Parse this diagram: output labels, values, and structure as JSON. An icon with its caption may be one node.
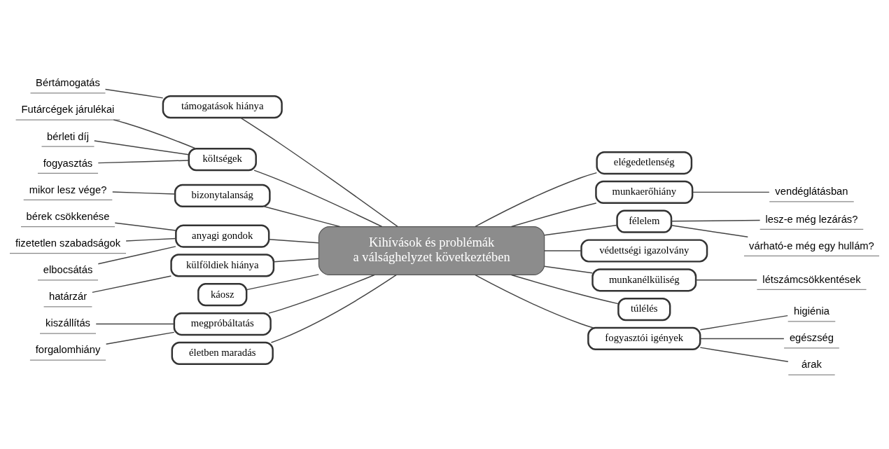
{
  "diagram": {
    "nodes": [
      {
        "text": [
          "Kihívások és problémák a válsághelyzet következtében"
        ]
      },
      {
        "text": [
          "támogatások hiánya"
        ]
      },
      {
        "text": [
          "Bértámogatás"
        ]
      },
      {
        "text": [
          "költségek"
        ]
      },
      {
        "text": [
          "Futárcégek járulékai"
        ]
      },
      {
        "text": [
          "bérleti díj"
        ]
      },
      {
        "text": [
          "fogyasztás"
        ]
      },
      {
        "text": [
          "bizonytalanság"
        ]
      },
      {
        "text": [
          "mikor lesz vége?"
        ]
      },
      {
        "text": [
          "anyagi gondok"
        ]
      },
      {
        "text": [
          "bérek csökkenése"
        ]
      },
      {
        "text": [
          "fizetetlen szabadságok"
        ]
      },
      {
        "text": [
          "elbocsátás"
        ]
      },
      {
        "text": [
          "külföldiek hiánya"
        ]
      },
      {
        "text": [
          "határzár"
        ]
      },
      {
        "text": [
          "káosz"
        ]
      },
      {
        "text": [
          "megpróbáltatás"
        ]
      },
      {
        "text": [
          "kiszállítás"
        ]
      },
      {
        "text": [
          "forgalomhiány"
        ]
      },
      {
        "text": [
          "életben maradás"
        ]
      },
      {
        "text": [
          "elégedetlenség"
        ]
      },
      {
        "text": [
          "munkaerőhiány"
        ]
      },
      {
        "text": [
          "vendéglátásban"
        ]
      },
      {
        "text": [
          "félelem"
        ]
      },
      {
        "text": [
          "lesz-e még lezárás?"
        ]
      },
      {
        "text": [
          "várható-e még egy hullám?"
        ]
      },
      {
        "text": [
          "védettségi igazolvány"
        ]
      },
      {
        "text": [
          "munkanélküliség"
        ]
      },
      {
        "text": [
          "létszámcsökkentések"
        ]
      },
      {
        "text": [
          "túlélés"
        ]
      },
      {
        "text": [
          "fogyasztói igények"
        ]
      },
      {
        "text": [
          "higiénia"
        ]
      },
      {
        "text": [
          "egészség"
        ]
      },
      {
        "text": [
          "árak"
        ]
      }
    ],
    "edges": [
      {
        "from": 2,
        "to": 1,
        "arrow": "none"
      },
      {
        "from": 1,
        "to": 0,
        "arrow": "none"
      },
      {
        "from": 4,
        "to": 3,
        "arrow": "none"
      },
      {
        "from": 5,
        "to": 3,
        "arrow": "none"
      },
      {
        "from": 6,
        "to": 3,
        "arrow": "none"
      },
      {
        "from": 3,
        "to": 0,
        "arrow": "none"
      },
      {
        "from": 8,
        "to": 7,
        "arrow": "none"
      },
      {
        "from": 7,
        "to": 0,
        "arrow": "none"
      },
      {
        "from": 10,
        "to": 9,
        "arrow": "none"
      },
      {
        "from": 11,
        "to": 9,
        "arrow": "none"
      },
      {
        "from": 12,
        "to": 9,
        "arrow": "none"
      },
      {
        "from": 9,
        "to": 0,
        "arrow": "none"
      },
      {
        "from": 14,
        "to": 13,
        "arrow": "none"
      },
      {
        "from": 13,
        "to": 0,
        "arrow": "none"
      },
      {
        "from": 15,
        "to": 0,
        "arrow": "none"
      },
      {
        "from": 17,
        "to": 16,
        "arrow": "none"
      },
      {
        "from": 18,
        "to": 16,
        "arrow": "none"
      },
      {
        "from": 16,
        "to": 0,
        "arrow": "none"
      },
      {
        "from": 19,
        "to": 0,
        "arrow": "none"
      },
      {
        "from": 0,
        "to": 20,
        "arrow": "none"
      },
      {
        "from": 0,
        "to": 21,
        "arrow": "none"
      },
      {
        "from": 21,
        "to": 22,
        "arrow": "none"
      },
      {
        "from": 0,
        "to": 23,
        "arrow": "none"
      },
      {
        "from": 23,
        "to": 24,
        "arrow": "none"
      },
      {
        "from": 23,
        "to": 25,
        "arrow": "none"
      },
      {
        "from": 0,
        "to": 26,
        "arrow": "none"
      },
      {
        "from": 0,
        "to": 27,
        "arrow": "none"
      },
      {
        "from": 27,
        "to": 28,
        "arrow": "none"
      },
      {
        "from": 0,
        "to": 29,
        "arrow": "none"
      },
      {
        "from": 0,
        "to": 30,
        "arrow": "none"
      },
      {
        "from": 30,
        "to": 31,
        "arrow": "none"
      },
      {
        "from": 30,
        "to": 32,
        "arrow": "none"
      },
      {
        "from": 30,
        "to": 33,
        "arrow": "none"
      }
    ]
  }
}
